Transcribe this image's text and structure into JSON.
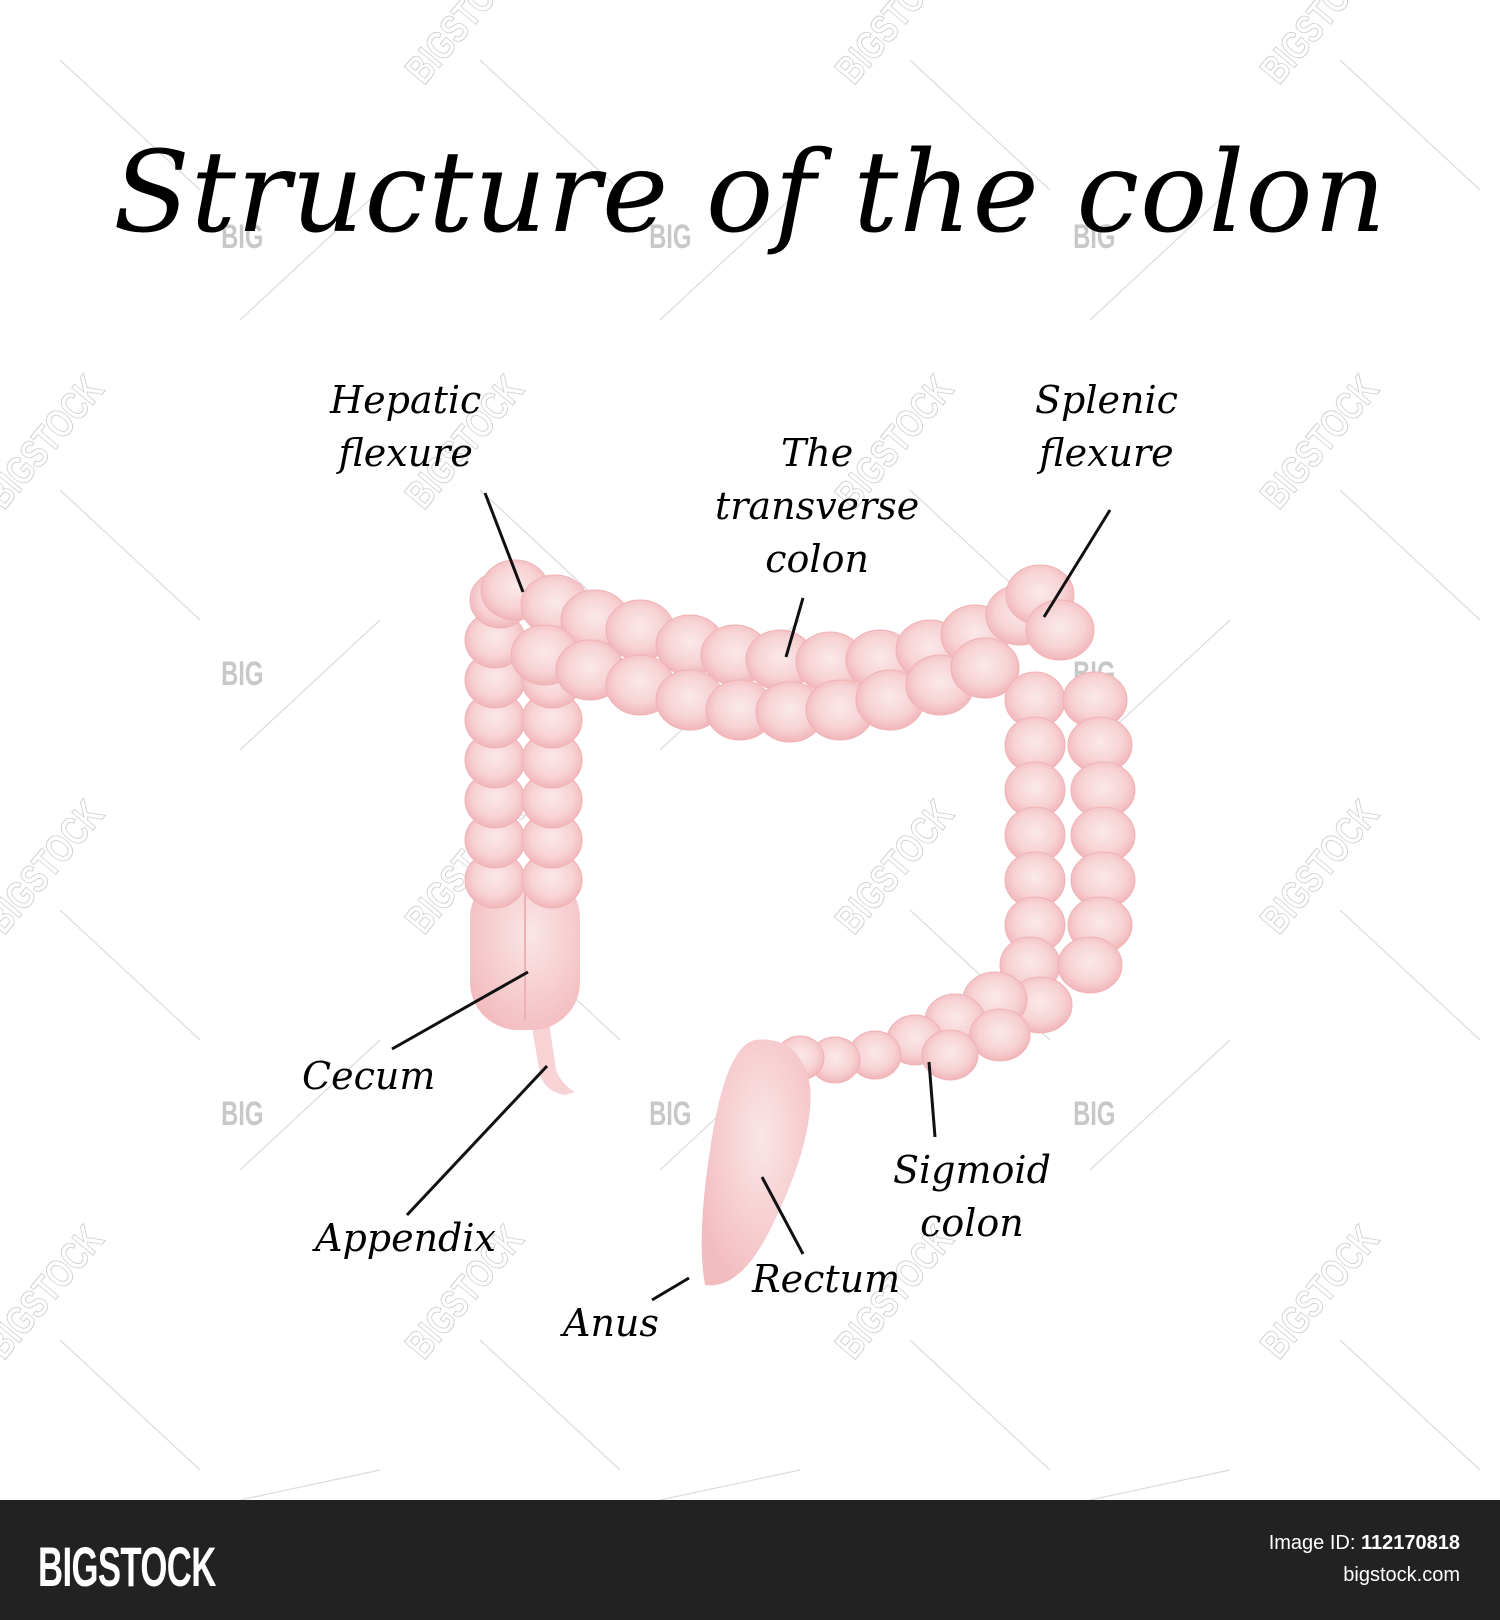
{
  "title": "Structure of the colon",
  "labels": {
    "hepatic_flexure": "Hepatic\nflexure",
    "transverse_colon": "The\ntransverse\ncolon",
    "splenic_flexure": "Splenic\nflexure",
    "cecum": "Cecum",
    "appendix": "Appendix",
    "sigmoid_colon": "Sigmoid\ncolon",
    "rectum": "Rectum",
    "anus": "Anus"
  },
  "watermark": {
    "big": "BIG",
    "stock": "BIGSTOCK"
  },
  "footer": {
    "logo": "BIGSTOCK",
    "image_id_label": "Image ID:",
    "image_id": "112170818",
    "url": "bigstock.com"
  },
  "colors": {
    "colon_fill": "#f5c4c6",
    "colon_light": "#fbe6e7",
    "colon_edge": "#eea8ab",
    "footer_bg": "#222222"
  }
}
